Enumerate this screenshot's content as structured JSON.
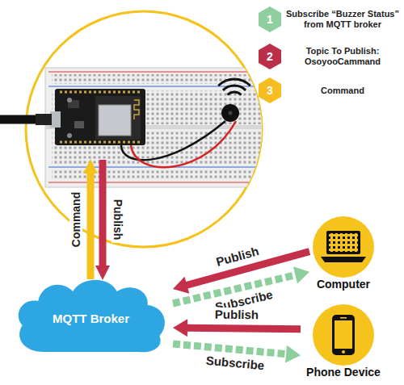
{
  "diagram": {
    "nodes": [
      {
        "text": [
          "1",
          "Subscribe “Buzzer Status” from MQTT broker"
        ]
      },
      {
        "text": [
          "2",
          "Topic To Publish: OsoyooCammand"
        ]
      },
      {
        "text": [
          "3",
          "Command"
        ]
      },
      {
        "text": [
          "MQTT Broker"
        ]
      },
      {
        "text": [
          "Computer"
        ]
      },
      {
        "text": [
          "Phone Device"
        ]
      }
    ],
    "edges": [
      {
        "from": 4,
        "to": 3,
        "arrow": "to",
        "label": "Publish"
      },
      {
        "from": 3,
        "to": 4,
        "arrow": "to",
        "label": "Subscribe"
      },
      {
        "from": 5,
        "to": 3,
        "arrow": "to",
        "label": "Publish"
      },
      {
        "from": 3,
        "to": 5,
        "arrow": "to",
        "label": "Subscribe"
      }
    ],
    "labels": [
      "Command",
      "Publish"
    ]
  }
}
